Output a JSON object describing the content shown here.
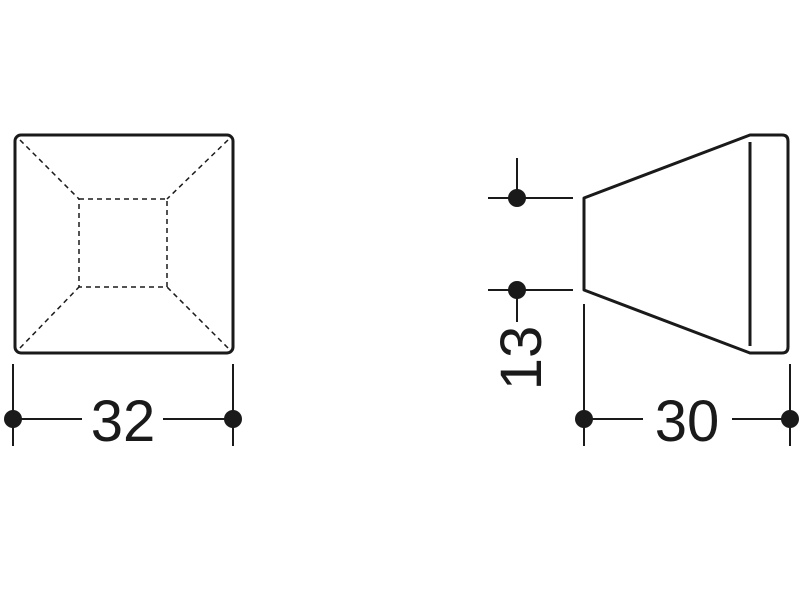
{
  "diagram": {
    "colors": {
      "line": "#1a1a1a",
      "background": "#ffffff"
    },
    "front_view": {
      "width_label": "32"
    },
    "side_view": {
      "depth_label": "30",
      "height_label": "13"
    }
  }
}
